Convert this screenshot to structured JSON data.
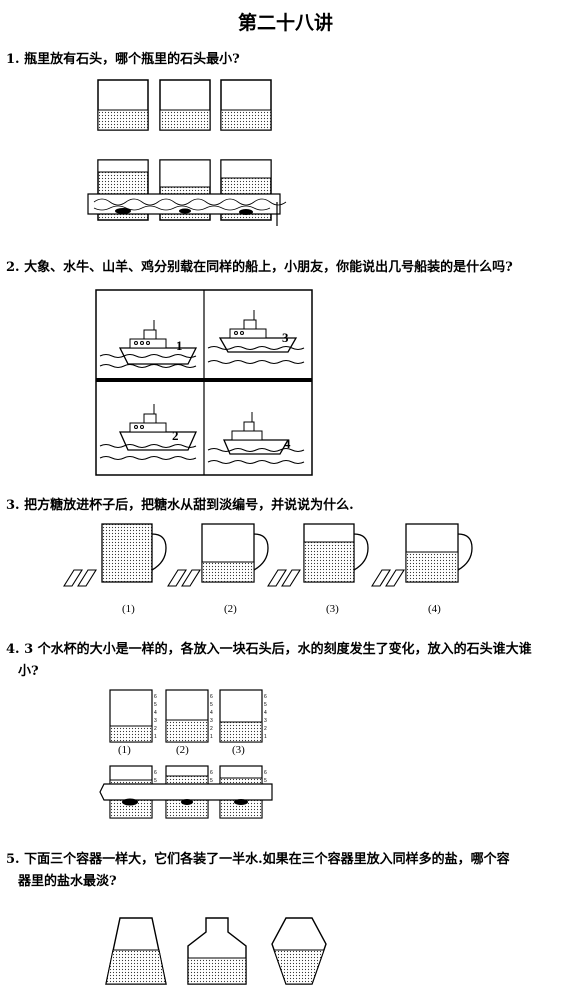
{
  "title": "第二十八讲",
  "questions": [
    {
      "text": "1. 瓶里放有石头，哪个瓶里的石头最小?"
    },
    {
      "text": "2. 大象、水牛、山羊、鸡分别载在同样的船上，小朋友，你能说出几号船装的是什么吗?",
      "boat_numbers": [
        "1",
        "3",
        "2",
        "4"
      ]
    },
    {
      "text": "3. 把方糖放进杯子后，把糖水从甜到淡编号，并说说为什么.",
      "cup_labels": [
        "(1)",
        "(2)",
        "(3)",
        "(4)"
      ]
    },
    {
      "text_line1": "4. 3 个水杯的大小是一样的，各放入一块石头后，水的刻度发生了变化，放入的石头谁大谁",
      "text_line2": "小?",
      "beaker_labels": [
        "(1)",
        "(2)",
        "(3)"
      ]
    },
    {
      "text_line1": "5. 下面三个容器一样大，它们各装了一半水.如果在三个容器里放入同样多的盐，哪个容",
      "text_line2": "器里的盐水最淡?"
    }
  ]
}
